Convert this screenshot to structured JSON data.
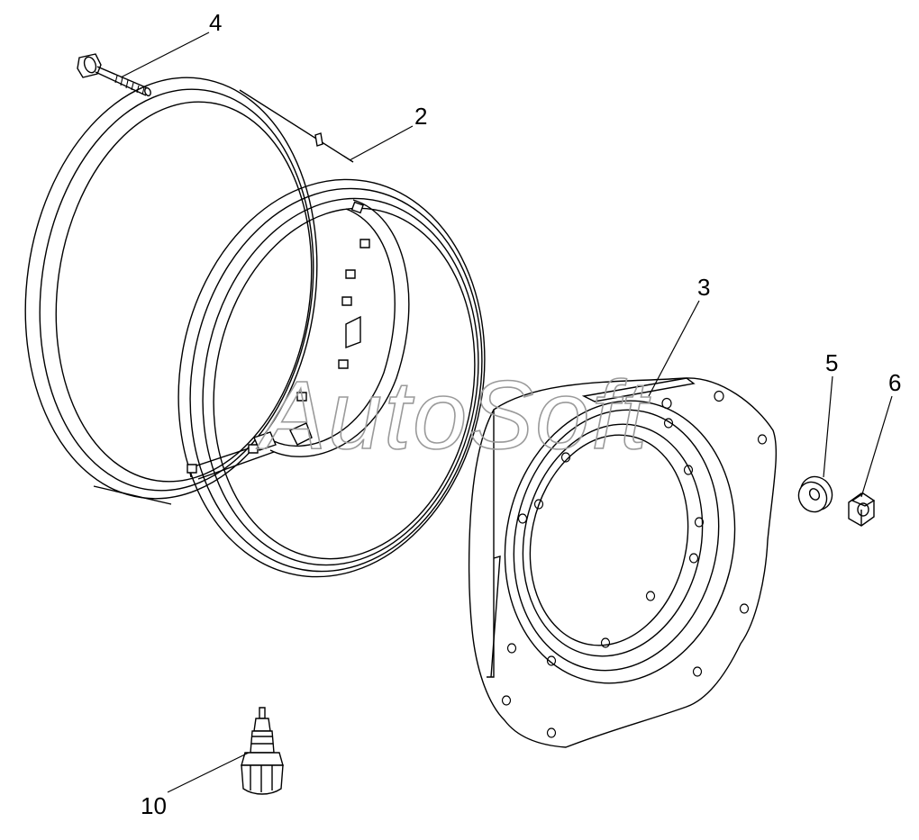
{
  "diagram": {
    "watermark": "AutoSoft",
    "callouts": [
      {
        "id": "2",
        "label": "2"
      },
      {
        "id": "3",
        "label": "3"
      },
      {
        "id": "4",
        "label": "4"
      },
      {
        "id": "5",
        "label": "5"
      },
      {
        "id": "6",
        "label": "6"
      },
      {
        "id": "10",
        "label": "10"
      }
    ],
    "parts": [
      {
        "callout": "2",
        "icon": "wheel-rim-icon"
      },
      {
        "callout": "3",
        "icon": "wheel-disc-icon"
      },
      {
        "callout": "4",
        "icon": "bolt-icon"
      },
      {
        "callout": "5",
        "icon": "washer-icon"
      },
      {
        "callout": "6",
        "icon": "nut-icon"
      },
      {
        "callout": "10",
        "icon": "valve-icon"
      }
    ],
    "colors": {
      "line": "#000000",
      "watermark": "#9a9a9a",
      "background": "#ffffff"
    }
  }
}
